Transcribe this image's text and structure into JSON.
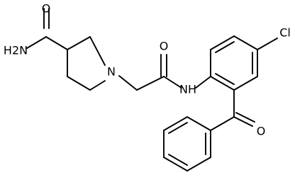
{
  "atoms": {
    "o_amide": "O",
    "nh2": "H2N",
    "n_pip": "N",
    "o_carbonyl": "O",
    "nh": "NH",
    "cl": "Cl",
    "o_ketone": "O"
  }
}
